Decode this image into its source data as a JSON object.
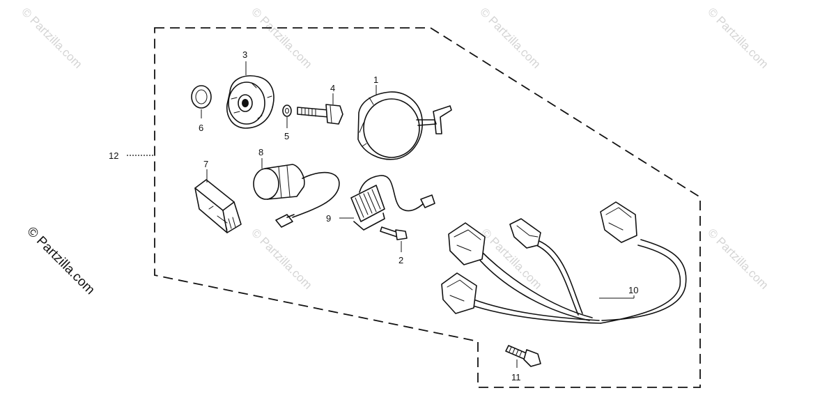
{
  "watermark": {
    "text": "© Partzilla.com"
  },
  "callouts": {
    "c1": "1",
    "c2": "2",
    "c3": "3",
    "c4": "4",
    "c5": "5",
    "c6": "6",
    "c7": "7",
    "c8": "8",
    "c9": "9",
    "c10": "10",
    "c11": "11",
    "c12": "12"
  },
  "colors": {
    "line": "#111111",
    "watermark": "#d4d4d4",
    "background": "#ffffff"
  }
}
